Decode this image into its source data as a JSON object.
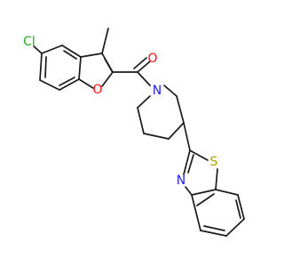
{
  "molecule": {
    "colors": {
      "bond": "#1a1a1a",
      "O": "#ff0d0d",
      "N": "#2020ff",
      "S": "#b2a100",
      "Cl": "#1fb01f"
    },
    "atoms": {
      "carbonyl_o": "O",
      "furan_o": "O",
      "piperidine_n": "N",
      "thiazole_n": "N",
      "thiazole_s": "S",
      "chlorine": "Cl"
    }
  }
}
